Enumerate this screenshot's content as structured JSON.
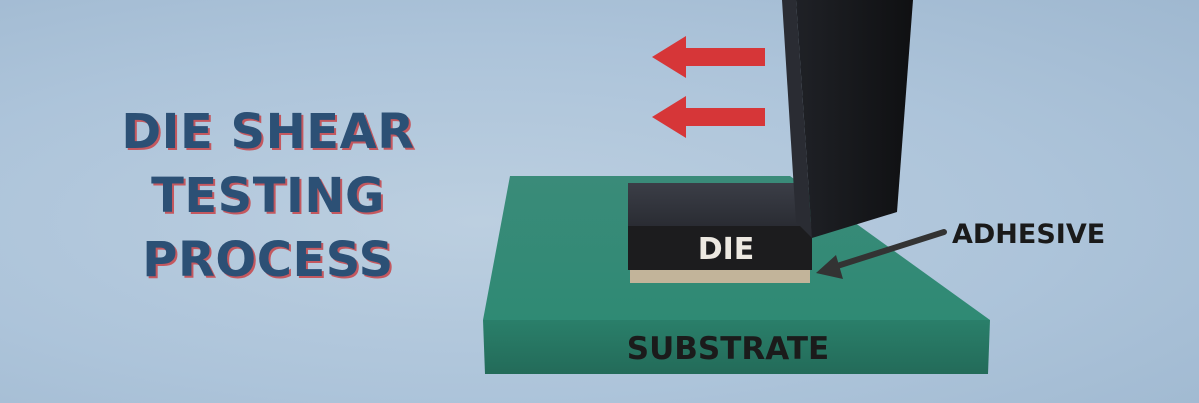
{
  "title": {
    "line1": "DIE SHEAR",
    "line2": "TESTING",
    "line3": "PROCESS"
  },
  "labels": {
    "die": "DIE",
    "adhesive": "ADHESIVE",
    "substrate": "SUBSTRATE"
  },
  "colors": {
    "title_text": "#2c5075",
    "title_shadow": "#c4585f",
    "background": "#adc4da",
    "substrate": "#2e8a75",
    "die": "#1c1c1e",
    "adhesive": "#c2b49a",
    "shear_tool": "#161719",
    "force_arrow": "#d63638",
    "pointer_arrow": "#333333"
  },
  "icons": {
    "force_arrows": "left-arrow",
    "adhesive_pointer": "diagonal-arrow"
  }
}
